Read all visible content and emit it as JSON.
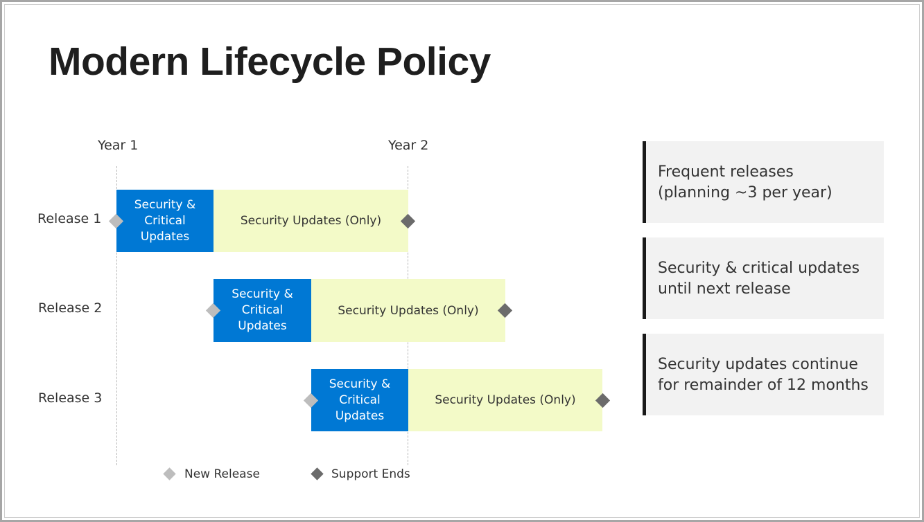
{
  "title": "Modern Lifecycle Policy",
  "years": [
    "Year 1",
    "Year 2"
  ],
  "releases": [
    {
      "label": "Release 1",
      "critical": "Security & Critical Updates",
      "security": "Security Updates (Only)"
    },
    {
      "label": "Release 2",
      "critical": "Security & Critical Updates",
      "security": "Security Updates (Only)"
    },
    {
      "label": "Release 3",
      "critical": "Security & Critical Updates",
      "security": "Security Updates (Only)"
    }
  ],
  "legend": {
    "new_release": "New Release",
    "support_ends": "Support Ends"
  },
  "panels": [
    {
      "line1": "Frequent releases",
      "line2": "(planning ~3 per year)"
    },
    {
      "line1": "Security & critical updates",
      "line2": "until next release"
    },
    {
      "line1": "Security updates continue",
      "line2": "for remainder of 12 months"
    }
  ],
  "colors": {
    "critical": "#0078d4",
    "security_only": "#f3fac8",
    "new_release_marker": "#bdbdbd",
    "support_ends_marker": "#6b6b6b"
  },
  "icons": {
    "new_release": "diamond-light",
    "support_ends": "diamond-dark"
  }
}
